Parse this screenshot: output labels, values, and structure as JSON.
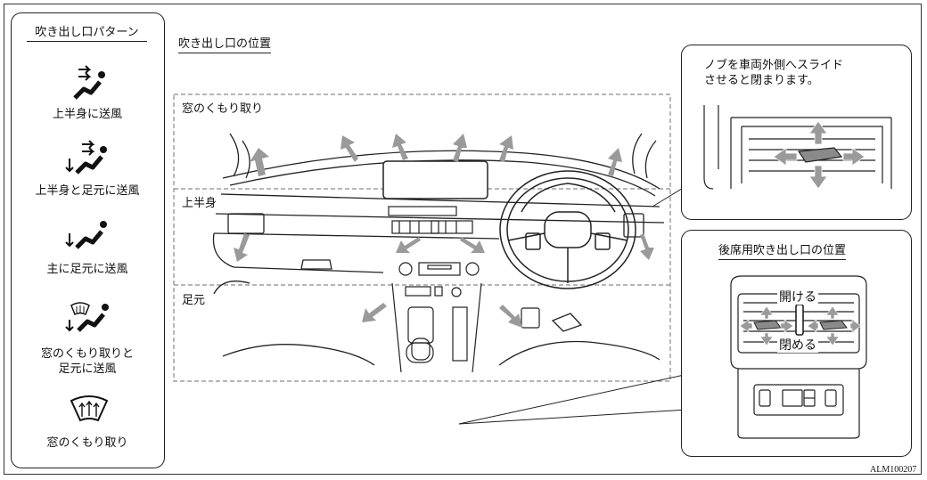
{
  "legend": {
    "title": "吹き出し口パターン",
    "items": [
      {
        "label": "上半身に送風",
        "icon": "upper-body-vent-icon"
      },
      {
        "label": "上半身と足元に送風",
        "icon": "upper-body-and-foot-vent-icon"
      },
      {
        "label": "主に足元に送風",
        "icon": "foot-vent-icon"
      },
      {
        "label_line1": "窓のくもり取りと",
        "label_line2": "足元に送風",
        "icon": "defrost-and-foot-vent-icon"
      },
      {
        "label": "窓のくもり取り",
        "icon": "defrost-icon"
      }
    ]
  },
  "main": {
    "title": "吹き出し口の位置",
    "zones": {
      "defrost": "窓のくもり取り",
      "upper": "上半身",
      "foot": "足元"
    }
  },
  "slider_panel": {
    "line1": "ノブを車両外側へスライド",
    "line2": "させると閉まります。"
  },
  "rear_panel": {
    "title": "後席用吹き出し口の位置",
    "open_label": "開ける",
    "close_label": "閉める"
  },
  "figure_code": "ALM100207",
  "colors": {
    "arrow": "#9a9a9a",
    "line": "#222222",
    "dashed": "#8a8a8a"
  }
}
